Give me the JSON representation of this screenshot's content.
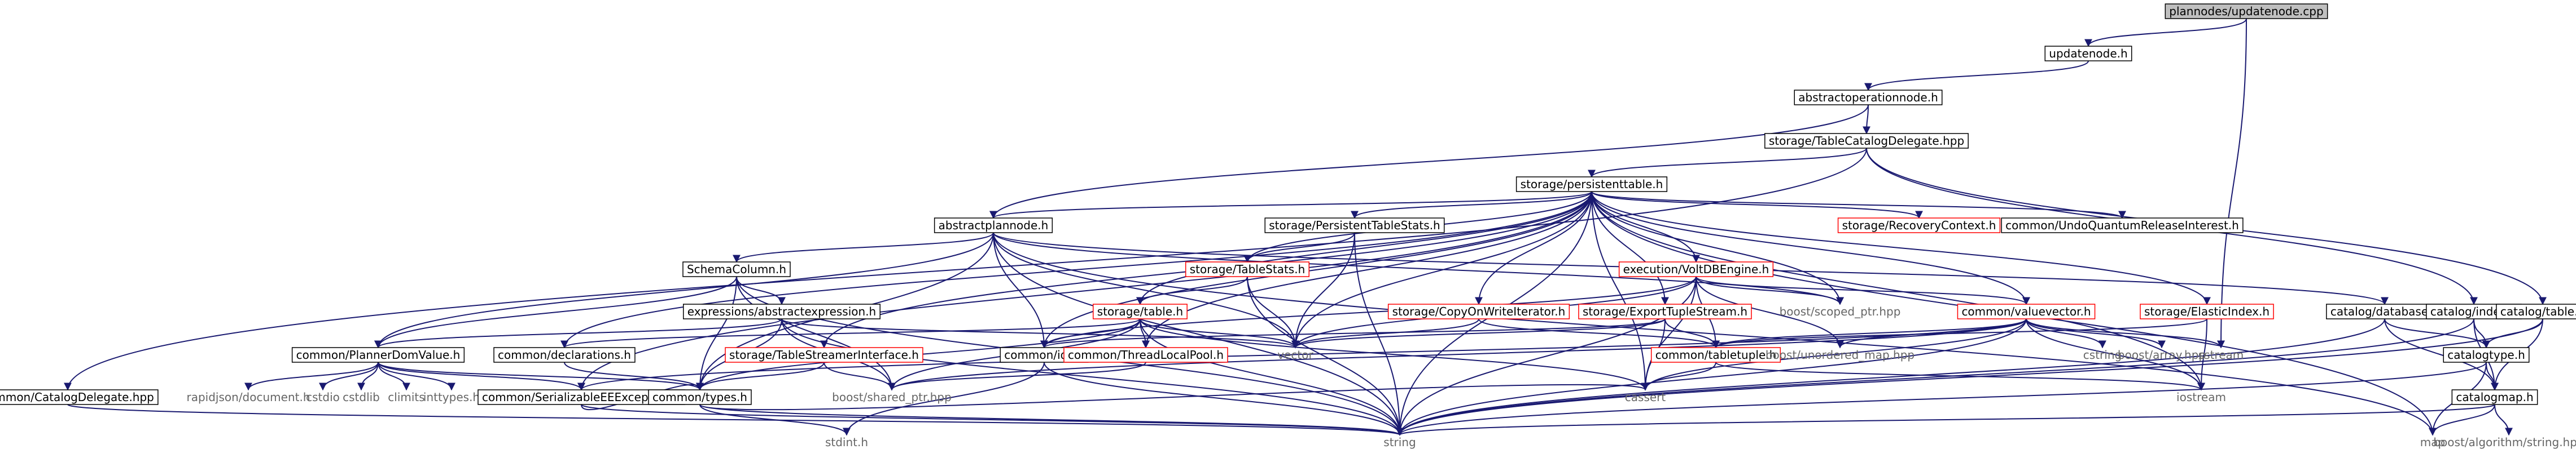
{
  "graph": {
    "nodes": [
      {
        "id": "root",
        "label": "plannodes/updatenode.cpp",
        "style": "root"
      },
      {
        "id": "updatenode_h",
        "label": "updatenode.h"
      },
      {
        "id": "abstractoperationnode_h",
        "label": "abstractoperationnode.h"
      },
      {
        "id": "tablecatalogdelegate_hpp",
        "label": "storage/TableCatalogDelegate.hpp"
      },
      {
        "id": "persistenttable_h",
        "label": "storage/persistenttable.h"
      },
      {
        "id": "abstractplannode_h",
        "label": "abstractplannode.h"
      },
      {
        "id": "persistenttablestats_h",
        "label": "storage/PersistentTableStats.h"
      },
      {
        "id": "recoverycontext_h",
        "label": "storage/RecoveryContext.h",
        "style": "missing"
      },
      {
        "id": "undoquantum_h",
        "label": "common/UndoQuantumReleaseInterest.h"
      },
      {
        "id": "schemacolumn_h",
        "label": "SchemaColumn.h"
      },
      {
        "id": "tablestats_h",
        "label": "storage/TableStats.h",
        "style": "missing"
      },
      {
        "id": "voltdbengine_h",
        "label": "execution/VoltDBEngine.h",
        "style": "missing"
      },
      {
        "id": "elasticindex_h",
        "label": "storage/ElasticIndex.h",
        "style": "missing"
      },
      {
        "id": "catalogdatabase_h",
        "label": "catalog/database.h"
      },
      {
        "id": "catalogindex_h",
        "label": "catalog/index.h"
      },
      {
        "id": "catalogtable_h",
        "label": "catalog/table.h"
      },
      {
        "id": "abstractexpression_h",
        "label": "expressions/abstractexpression.h"
      },
      {
        "id": "table_h",
        "label": "storage/table.h",
        "style": "missing"
      },
      {
        "id": "copyonwrite_h",
        "label": "storage/CopyOnWriteIterator.h",
        "style": "missing"
      },
      {
        "id": "exporttuplestream_h",
        "label": "storage/ExportTupleStream.h",
        "style": "missing"
      },
      {
        "id": "valuevector_h",
        "label": "common/valuevector.h",
        "style": "missing"
      },
      {
        "id": "catalogtype_h",
        "label": "catalogtype.h"
      },
      {
        "id": "plannerdomvalue_h",
        "label": "common/PlannerDomValue.h"
      },
      {
        "id": "declarations_h",
        "label": "common/declarations.h"
      },
      {
        "id": "ids_h",
        "label": "common/ids.h"
      },
      {
        "id": "threadlocalpool_h",
        "label": "common/ThreadLocalPool.h",
        "style": "missing"
      },
      {
        "id": "vector",
        "label": "vector",
        "style": "plain"
      },
      {
        "id": "scoped_ptr",
        "label": "boost/scoped_ptr.hpp",
        "style": "plain"
      },
      {
        "id": "tabletuple_h",
        "label": "common/tabletuple.h",
        "style": "missing"
      },
      {
        "id": "unordered_map",
        "label": "boost/unordered_map.hpp",
        "style": "plain"
      },
      {
        "id": "cstring",
        "label": "cstring",
        "style": "plain"
      },
      {
        "id": "boost_array",
        "label": "boost/array.hpp",
        "style": "plain"
      },
      {
        "id": "sstream",
        "label": "sstream",
        "style": "plain"
      },
      {
        "id": "tablestreamer_h",
        "label": "storage/TableStreamerInterface.h",
        "style": "missing"
      },
      {
        "id": "catalogdelegate_hpp",
        "label": "common/CatalogDelegate.hpp"
      },
      {
        "id": "rapidjson",
        "label": "rapidjson/document.h",
        "style": "plain"
      },
      {
        "id": "cstdio",
        "label": "cstdio",
        "style": "plain"
      },
      {
        "id": "cstdlib",
        "label": "cstdlib",
        "style": "plain"
      },
      {
        "id": "climits",
        "label": "climits",
        "style": "plain"
      },
      {
        "id": "inttypes",
        "label": "inttypes.h",
        "style": "plain"
      },
      {
        "id": "serializable_h",
        "label": "common/SerializableEEException.h"
      },
      {
        "id": "types_h",
        "label": "common/types.h"
      },
      {
        "id": "shared_ptr",
        "label": "boost/shared_ptr.hpp",
        "style": "plain"
      },
      {
        "id": "cassert",
        "label": "cassert",
        "style": "plain"
      },
      {
        "id": "iostream",
        "label": "iostream",
        "style": "plain"
      },
      {
        "id": "catalogmap_h",
        "label": "catalogmap.h"
      },
      {
        "id": "stdint",
        "label": "stdint.h",
        "style": "plain"
      },
      {
        "id": "string",
        "label": "string",
        "style": "plain"
      },
      {
        "id": "map",
        "label": "map",
        "style": "plain"
      },
      {
        "id": "algo_string",
        "label": "boost/algorithm/string.hpp",
        "style": "plain"
      }
    ],
    "edges": [
      [
        "root",
        "updatenode_h"
      ],
      [
        "updatenode_h",
        "abstractoperationnode_h"
      ],
      [
        "abstractoperationnode_h",
        "tablecatalogdelegate_hpp"
      ],
      [
        "abstractoperationnode_h",
        "abstractplannode_h"
      ],
      [
        "tablecatalogdelegate_hpp",
        "persistenttable_h"
      ],
      [
        "tablecatalogdelegate_hpp",
        "catalogdelegate_hpp"
      ],
      [
        "tablecatalogdelegate_hpp",
        "catalogindex_h"
      ],
      [
        "tablecatalogdelegate_hpp",
        "catalogtable_h"
      ],
      [
        "root",
        "sstream"
      ],
      [
        "persistenttable_h",
        "abstractplannode_h"
      ],
      [
        "persistenttable_h",
        "persistenttablestats_h"
      ],
      [
        "persistenttable_h",
        "recoverycontext_h"
      ],
      [
        "persistenttable_h",
        "undoquantum_h"
      ],
      [
        "persistenttable_h",
        "tablestats_h"
      ],
      [
        "persistenttable_h",
        "voltdbengine_h"
      ],
      [
        "persistenttable_h",
        "elasticindex_h"
      ],
      [
        "persistenttable_h",
        "table_h"
      ],
      [
        "persistenttable_h",
        "copyonwrite_h"
      ],
      [
        "persistenttable_h",
        "exporttuplestream_h"
      ],
      [
        "persistenttable_h",
        "valuevector_h"
      ],
      [
        "persistenttable_h",
        "declarations_h"
      ],
      [
        "persistenttable_h",
        "ids_h"
      ],
      [
        "persistenttable_h",
        "threadlocalpool_h"
      ],
      [
        "persistenttable_h",
        "vector"
      ],
      [
        "persistenttable_h",
        "scoped_ptr"
      ],
      [
        "persistenttable_h",
        "tablestreamer_h"
      ],
      [
        "persistenttable_h",
        "serializable_h"
      ],
      [
        "persistenttable_h",
        "cassert"
      ],
      [
        "persistenttable_h",
        "string"
      ],
      [
        "persistenttable_h",
        "map"
      ],
      [
        "persistenttable_h",
        "iostream"
      ],
      [
        "abstractplannode_h",
        "schemacolumn_h"
      ],
      [
        "abstractplannode_h",
        "catalogdatabase_h"
      ],
      [
        "abstractplannode_h",
        "plannerdomvalue_h"
      ],
      [
        "abstractplannode_h",
        "types_h"
      ],
      [
        "abstractplannode_h",
        "ids_h"
      ],
      [
        "abstractplannode_h",
        "vector"
      ],
      [
        "abstractplannode_h",
        "string"
      ],
      [
        "abstractplannode_h",
        "scoped_ptr"
      ],
      [
        "abstractplannode_h",
        "map"
      ],
      [
        "persistenttablestats_h",
        "tablestats_h"
      ],
      [
        "persistenttablestats_h",
        "vector"
      ],
      [
        "persistenttablestats_h",
        "string"
      ],
      [
        "schemacolumn_h",
        "abstractexpression_h"
      ],
      [
        "schemacolumn_h",
        "plannerdomvalue_h"
      ],
      [
        "schemacolumn_h",
        "types_h"
      ],
      [
        "schemacolumn_h",
        "string"
      ],
      [
        "schemacolumn_h",
        "shared_ptr"
      ],
      [
        "tablestats_h",
        "table_h"
      ],
      [
        "tablestats_h",
        "vector"
      ],
      [
        "tablestats_h",
        "string"
      ],
      [
        "voltdbengine_h",
        "scoped_ptr"
      ],
      [
        "voltdbengine_h",
        "unordered_map"
      ],
      [
        "voltdbengine_h",
        "tabletuple_h"
      ],
      [
        "voltdbengine_h",
        "valuevector_h"
      ],
      [
        "voltdbengine_h",
        "cassert"
      ],
      [
        "voltdbengine_h",
        "vector"
      ],
      [
        "voltdbengine_h",
        "string"
      ],
      [
        "voltdbengine_h",
        "ids_h"
      ],
      [
        "elasticindex_h",
        "tabletuple_h"
      ],
      [
        "elasticindex_h",
        "iostream"
      ],
      [
        "catalogdatabase_h",
        "catalogtype_h"
      ],
      [
        "catalogdatabase_h",
        "catalogmap_h"
      ],
      [
        "catalogdatabase_h",
        "string"
      ],
      [
        "catalogindex_h",
        "catalogtype_h"
      ],
      [
        "catalogindex_h",
        "catalogmap_h"
      ],
      [
        "catalogindex_h",
        "string"
      ],
      [
        "catalogtable_h",
        "catalogtype_h"
      ],
      [
        "catalogtable_h",
        "catalogmap_h"
      ],
      [
        "catalogtable_h",
        "string"
      ],
      [
        "abstractexpression_h",
        "plannerdomvalue_h"
      ],
      [
        "abstractexpression_h",
        "types_h"
      ],
      [
        "abstractexpression_h",
        "shared_ptr"
      ],
      [
        "abstractexpression_h",
        "vector"
      ],
      [
        "abstractexpression_h",
        "string"
      ],
      [
        "table_h",
        "declarations_h"
      ],
      [
        "table_h",
        "ids_h"
      ],
      [
        "table_h",
        "threadlocalpool_h"
      ],
      [
        "table_h",
        "types_h"
      ],
      [
        "table_h",
        "shared_ptr"
      ],
      [
        "table_h",
        "vector"
      ],
      [
        "table_h",
        "string"
      ],
      [
        "table_h",
        "cassert"
      ],
      [
        "copyonwrite_h",
        "tabletuple_h"
      ],
      [
        "copyonwrite_h",
        "vector"
      ],
      [
        "exporttuplestream_h",
        "tabletuple_h"
      ],
      [
        "exporttuplestream_h",
        "ids_h"
      ],
      [
        "exporttuplestream_h",
        "cassert"
      ],
      [
        "exporttuplestream_h",
        "vector"
      ],
      [
        "valuevector_h",
        "tabletuple_h"
      ],
      [
        "valuevector_h",
        "unordered_map"
      ],
      [
        "valuevector_h",
        "cstring"
      ],
      [
        "valuevector_h",
        "boost_array"
      ],
      [
        "valuevector_h",
        "sstream"
      ],
      [
        "valuevector_h",
        "iostream"
      ],
      [
        "valuevector_h",
        "cassert"
      ],
      [
        "valuevector_h",
        "serializable_h"
      ],
      [
        "valuevector_h",
        "string"
      ],
      [
        "valuevector_h",
        "shared_ptr"
      ],
      [
        "catalogtype_h",
        "catalogmap_h"
      ],
      [
        "catalogtype_h",
        "map"
      ],
      [
        "catalogtype_h",
        "string"
      ],
      [
        "catalogmap_h",
        "map"
      ],
      [
        "catalogmap_h",
        "algo_string"
      ],
      [
        "catalogmap_h",
        "string"
      ],
      [
        "plannerdomvalue_h",
        "rapidjson"
      ],
      [
        "plannerdomvalue_h",
        "cstdio"
      ],
      [
        "plannerdomvalue_h",
        "cstdlib"
      ],
      [
        "plannerdomvalue_h",
        "climits"
      ],
      [
        "plannerdomvalue_h",
        "inttypes"
      ],
      [
        "plannerdomvalue_h",
        "serializable_h"
      ],
      [
        "plannerdomvalue_h",
        "types_h"
      ],
      [
        "declarations_h",
        "types_h"
      ],
      [
        "ids_h",
        "stdint"
      ],
      [
        "ids_h",
        "string"
      ],
      [
        "threadlocalpool_h",
        "shared_ptr"
      ],
      [
        "tabletuple_h",
        "iostream"
      ],
      [
        "tabletuple_h",
        "cassert"
      ],
      [
        "tablestreamer_h",
        "shared_ptr"
      ],
      [
        "tablestreamer_h",
        "types_h"
      ],
      [
        "catalogdelegate_hpp",
        "string"
      ],
      [
        "serializable_h",
        "string"
      ],
      [
        "serializable_h",
        "types_h"
      ],
      [
        "types_h",
        "stdint"
      ],
      [
        "types_h",
        "string"
      ],
      [
        "types_h",
        "cassert"
      ]
    ]
  }
}
